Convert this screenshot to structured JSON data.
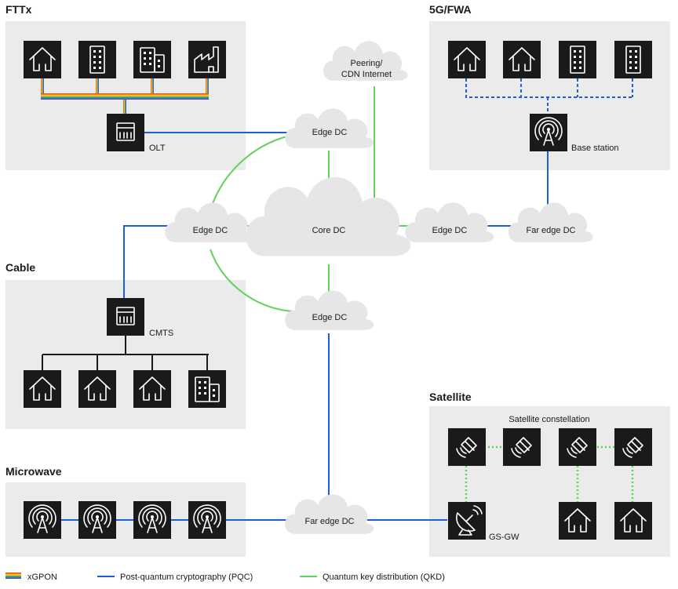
{
  "sections": {
    "fttx": "FTTx",
    "fwa": "5G/FWA",
    "cable": "Cable",
    "microwave": "Microwave",
    "satellite": "Satellite"
  },
  "nodes": {
    "olt": "OLT",
    "base_station": "Base station",
    "cmts": "CMTS",
    "gs_gw": "GS-GW",
    "satellite_constellation": "Satellite constellation"
  },
  "clouds": {
    "peering": [
      "Peering/",
      "CDN Internet"
    ],
    "edge_dc_top": "Edge DC",
    "edge_dc_left": "Edge DC",
    "core_dc": "Core DC",
    "edge_dc_right": "Edge DC",
    "far_edge_dc_right": "Far edge DC",
    "edge_dc_bottom": "Edge DC",
    "far_edge_dc_bottom": "Far edge DC"
  },
  "legend": {
    "xgpon": "xGPON",
    "pqc": "Post-quantum cryptography (PQC)",
    "qkd": "Quantum key distribution (QKD)"
  },
  "colors": {
    "pqc": "#1a5fd6",
    "qkd": "#5fd35a",
    "tile": "#1a1a1a",
    "panel": "#ebebeb",
    "cloud": "#e6e6e6"
  }
}
